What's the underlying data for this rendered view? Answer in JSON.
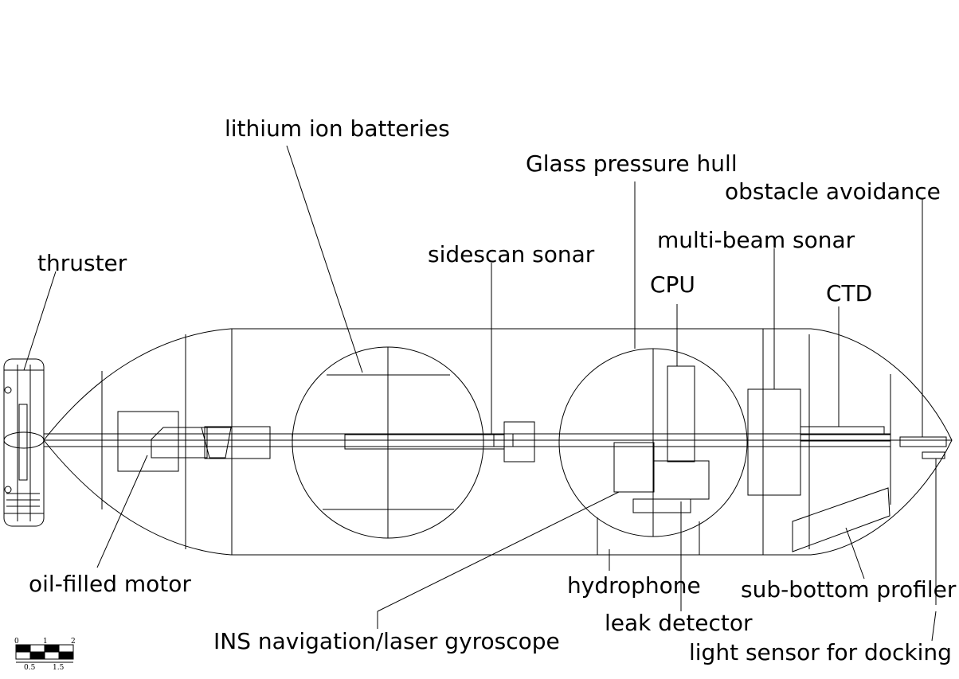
{
  "labels": {
    "lithium_batteries": "lithium ion batteries",
    "glass_hull": "Glass pressure hull",
    "obstacle_avoidance": "obstacle avoidance",
    "multibeam_sonar": "multi-beam sonar",
    "sidescan_sonar": "sidescan sonar",
    "thruster": "thruster",
    "cpu": "CPU",
    "ctd": "CTD",
    "oil_motor": "oil-filled motor",
    "hydrophone": "hydrophone",
    "sub_bottom": "sub-bottom profiler",
    "leak_detector": "leak detector",
    "ins": "INS navigation/laser gyroscope",
    "light_sensor": "light sensor for docking"
  },
  "scale_bar": {
    "top_ticks": [
      "0",
      "1",
      "2"
    ],
    "bottom_ticks": [
      "0.5",
      "1.5"
    ]
  }
}
